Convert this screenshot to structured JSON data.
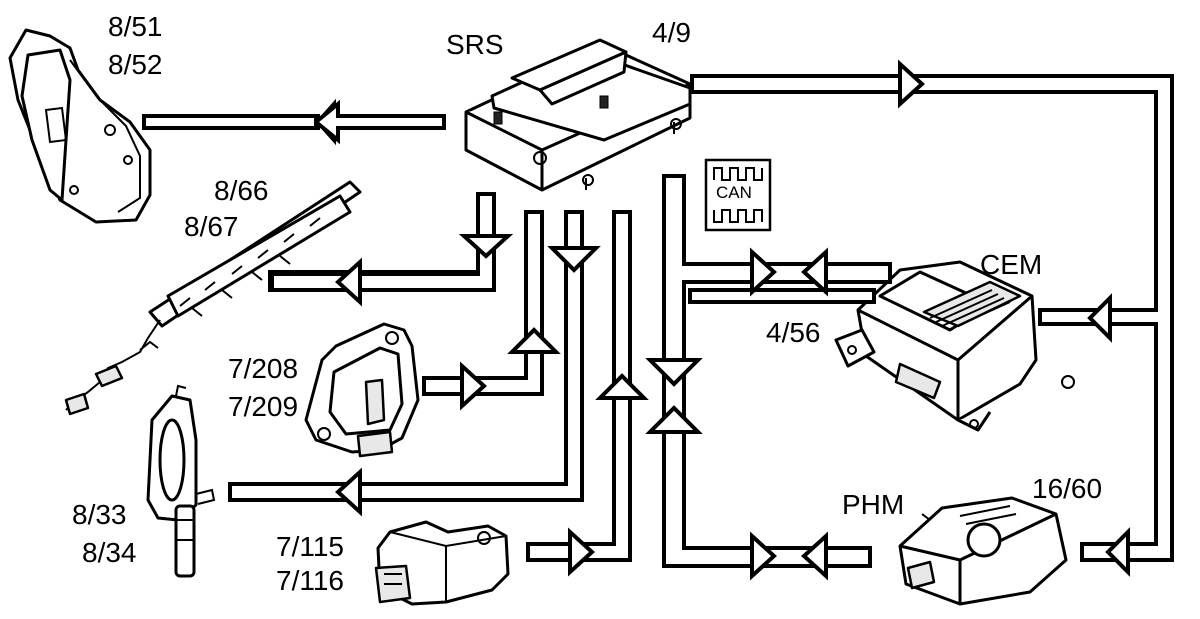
{
  "labels": {
    "driver_seat_module": [
      "8/51",
      "8/52"
    ],
    "curtain_airbag": [
      "8/66",
      "8/67"
    ],
    "srs_title": "SRS",
    "srs_code": "4/9",
    "side_sensor_upper": [
      "7/208",
      "7/209"
    ],
    "seatbelt_tensioner": [
      "8/33",
      "8/34"
    ],
    "crash_sensor_lower": [
      "7/115",
      "7/116"
    ],
    "can_bus": "CAN",
    "cem_title": "CEM",
    "cem_code": "4/56",
    "phm_title": "PHM",
    "phm_code": "16/60"
  }
}
